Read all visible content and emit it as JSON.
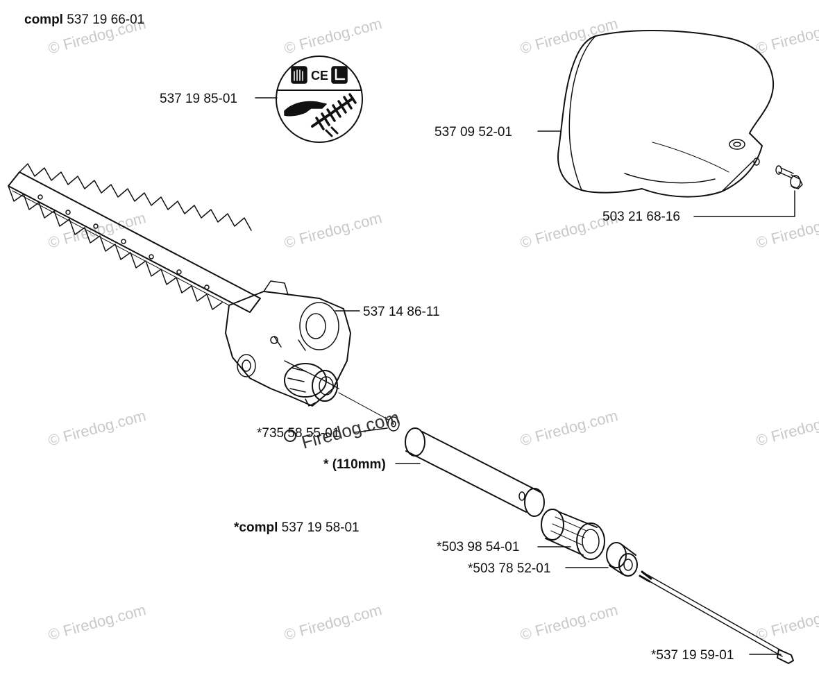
{
  "assembly": {
    "compl_prefix": "compl",
    "compl_number": "537 19 66-01",
    "sub_compl_prefix": "*compl",
    "sub_compl_number": "537 19 58-01"
  },
  "parts": {
    "decal": "537 19 85-01",
    "shield": "537 09 52-01",
    "shield_bolt": "503 21 68-16",
    "gear_head": "537 14 86-11",
    "washer": "*735 58 55-01",
    "tube_star": "*",
    "tube_len": "(110mm)",
    "bushing": "*503 98 54-01",
    "nut": "*503 78 52-01",
    "drive_shaft": "*537 19 59-01"
  },
  "decal_text": {
    "ce_mark": "CE"
  },
  "watermark": {
    "text": "© Firedog.com",
    "overlay_text": "Firedog.com"
  },
  "colors": {
    "line": "#111111",
    "watermark": "#c9c9c9"
  }
}
